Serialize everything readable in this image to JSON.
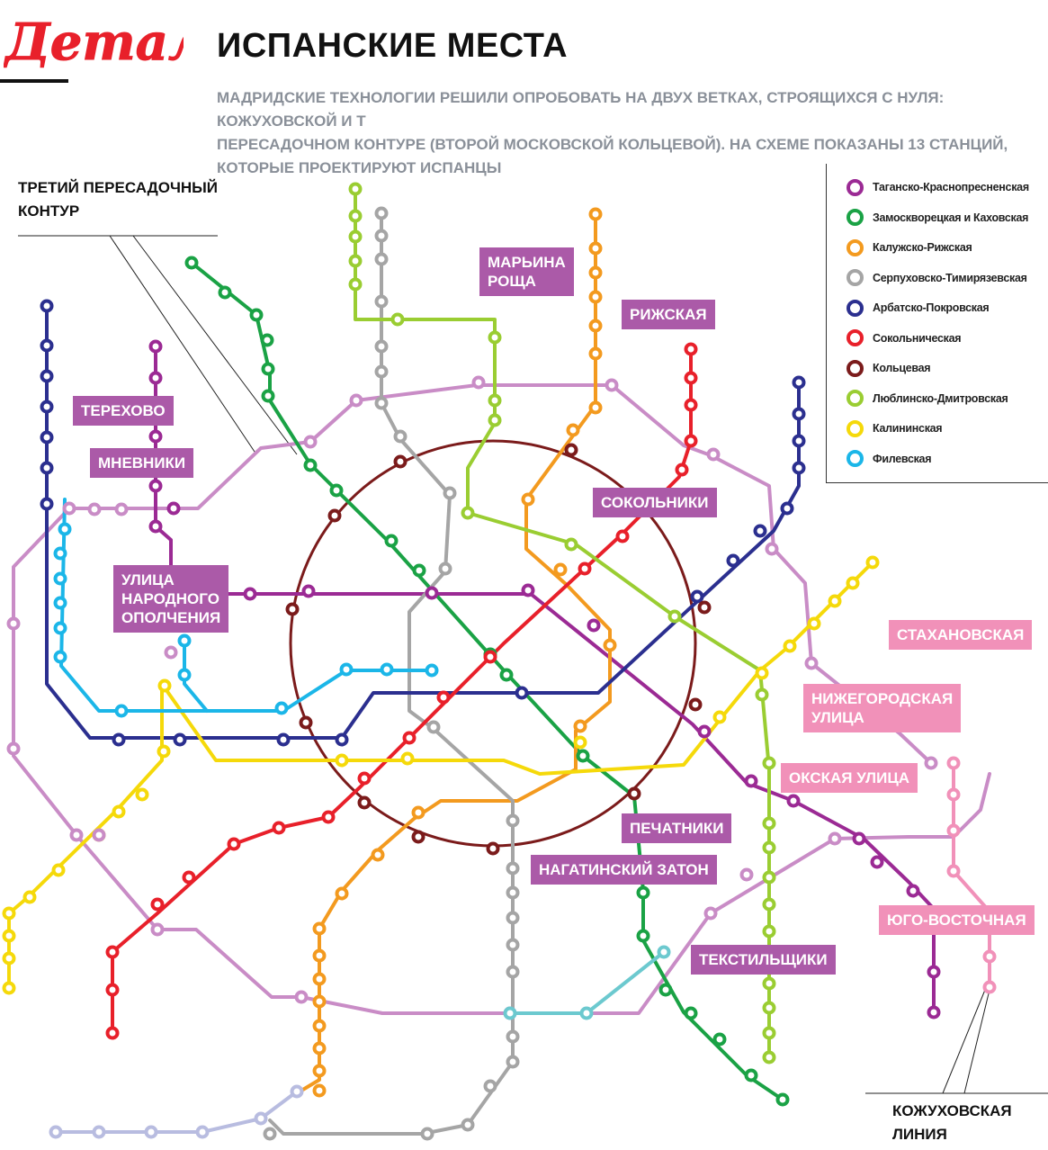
{
  "brand": {
    "logo_text": "Детали"
  },
  "headline": "ИСПАНСКИЕ МЕСТА",
  "subtitle": "МАДРИДСКИЕ ТЕХНОЛОГИИ РЕШИЛИ ОПРОБОВАТЬ НА ДВУХ ВЕТКАХ, СТРОЯЩИХСЯ С НУЛЯ: КОЖУХОВСКОЙ И Т\nПЕРЕСАДОЧНОМ КОНТУРЕ (ВТОРОЙ МОСКОВСКОЙ КОЛЬЦЕВОЙ). НА СХЕМЕ ПОКАЗАНЫ 13 СТАНЦИЙ,\nКОТОРЫЕ ПРОЕКТИРУЮТ ИСПАНЦЫ",
  "labels": {
    "third_contour": "ТРЕТИЙ ПЕРЕСАДОЧНЫЙ\nКОНТУР",
    "kozhukhovskaya_line": "КОЖУХОВСКАЯ\nЛИНИЯ"
  },
  "stations": {
    "terekhovo": "ТЕРЕХОВО",
    "mnevniki": "МНЕВНИКИ",
    "narodnogo_opolcheniya": "УЛИЦА\nНАРОДНОГО\nОПОЛЧЕНИЯ",
    "maryina_roshcha": "МАРЬИНА\nРОЩА",
    "rizhskaya": "РИЖСКАЯ",
    "sokolniki": "СОКОЛЬНИКИ",
    "pechatniki": "ПЕЧАТНИКИ",
    "nagatinsky_zaton": "НАГАТИНСКИЙ ЗАТОН",
    "tekstilshchiki": "ТЕКСТИЛЬЩИКИ",
    "stakhanovskaya": "СТАХАНОВСКАЯ",
    "nizhegorodskaya": "НИЖЕГОРОДСКАЯ\nУЛИЦА",
    "okskaya": "ОКСКАЯ УЛИЦА",
    "yugo_vostochnaya": "ЮГО-ВОСТОЧНАЯ"
  },
  "legend": [
    {
      "label": "Таганско-Краснопресненская",
      "color": "#9b2a94"
    },
    {
      "label": "Замоскворецкая и Каховская",
      "color": "#1aa245"
    },
    {
      "label": "Калужско-Рижская",
      "color": "#f39a1f"
    },
    {
      "label": "Серпуховско-Тимирязевская",
      "color": "#a5a5a5"
    },
    {
      "label": "Арбатско-Покровская",
      "color": "#2b2f8f"
    },
    {
      "label": "Сокольническая",
      "color": "#e8202a"
    },
    {
      "label": "Кольцевая",
      "color": "#7b1b1b"
    },
    {
      "label": "Люблинско-Дмитровская",
      "color": "#9acd32"
    },
    {
      "label": "Калининская",
      "color": "#f5d90a"
    },
    {
      "label": "Филевская",
      "color": "#1bb6e8"
    }
  ],
  "extra_colors": {
    "third_contour": "#c98cc6",
    "kozhukhovskaya": "#f191b9",
    "butovskaya": "#b8bce0",
    "kakhovskaya": "#6cc9cf"
  }
}
